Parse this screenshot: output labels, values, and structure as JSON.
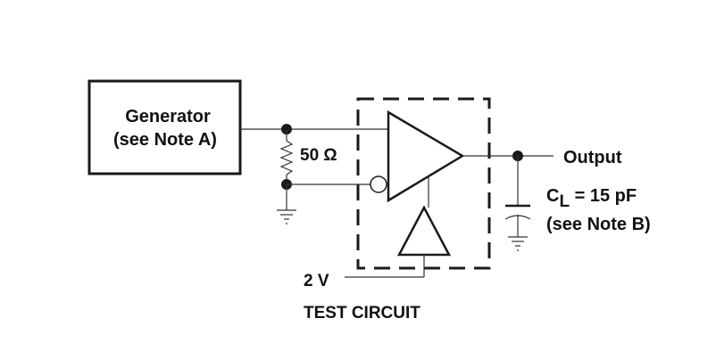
{
  "generator": {
    "line1": "Generator",
    "line2": "(see Note A)"
  },
  "resistor": {
    "label": "50 Ω"
  },
  "output": {
    "label": "Output"
  },
  "capacitor": {
    "symbol": "C",
    "subscript": "L",
    "value": " = 15 pF",
    "note": "(see Note B)"
  },
  "supply": {
    "label": "2 V"
  },
  "caption": "TEST CIRCUIT"
}
